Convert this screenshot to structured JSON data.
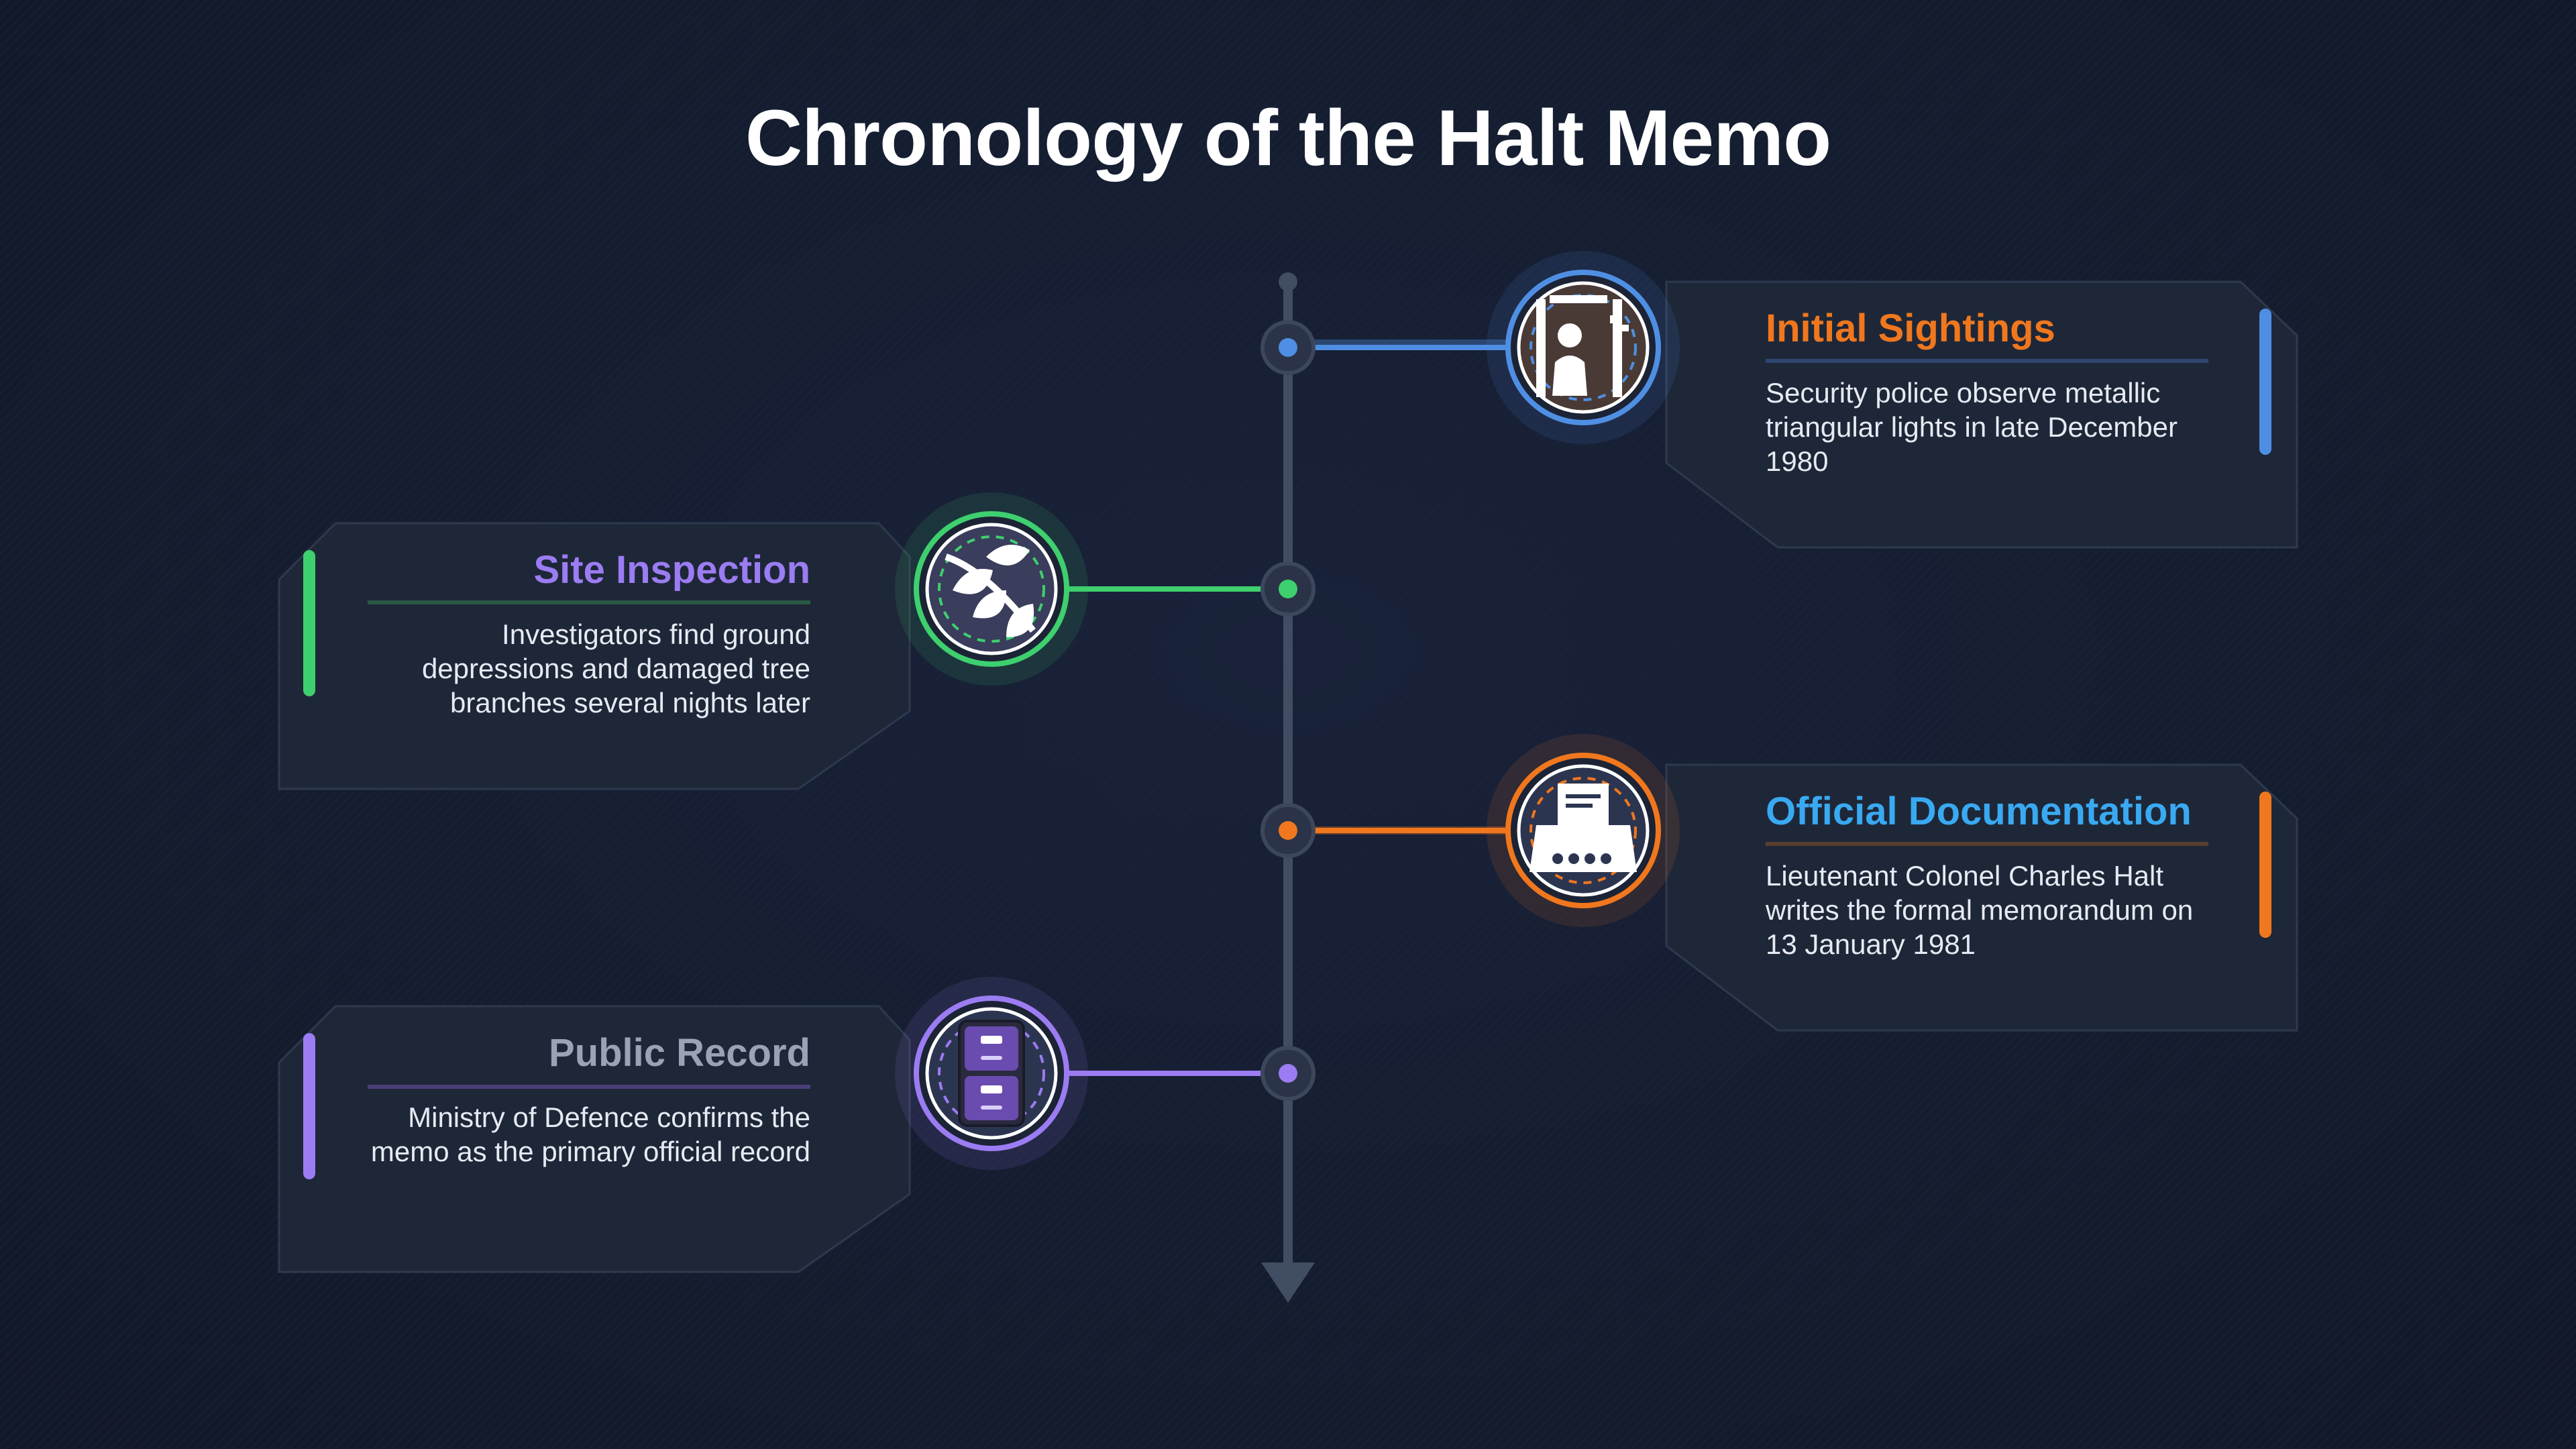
{
  "title": "Chronology of the Halt Memo",
  "colors": {
    "background": "#141c2e",
    "card": "#1e2738",
    "axis": "#414d63",
    "blue": "#4f8fe3",
    "green": "#3ecf6e",
    "orange": "#f0771e",
    "purple": "#9b7cf2",
    "sky": "#39a9f2"
  },
  "events": [
    {
      "title": "Initial Sightings",
      "description": "Security police observe metallic triangular lights in late December 1980",
      "icon": "lighthouse-figure-icon",
      "side": "right",
      "accent": "#4f8fe3",
      "title_color": "#f0771e"
    },
    {
      "title": "Site Inspection",
      "description": "Investigators find ground depressions and damaged tree branches several nights later",
      "icon": "tree-branch-icon",
      "side": "left",
      "accent": "#3ecf6e",
      "title_color": "#9b7cf2"
    },
    {
      "title": "Official Documentation",
      "description": "Lieutenant Colonel Charles Halt writes the formal memorandum on 13 January 1981",
      "icon": "typewriter-icon",
      "side": "right",
      "accent": "#f0771e",
      "title_color": "#39a9f2"
    },
    {
      "title": "Public Record",
      "description": "Ministry of Defence confirms the memo as the primary official record",
      "icon": "filing-cabinet-icon",
      "side": "left",
      "accent": "#9b7cf2",
      "title_color": "#9aa3b5"
    }
  ]
}
